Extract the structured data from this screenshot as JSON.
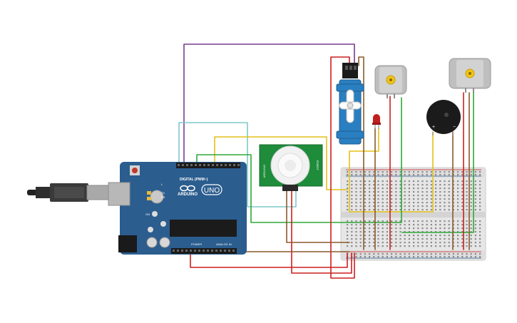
{
  "board": {
    "logo_text": "UNO",
    "brand_text": "ARDUINO",
    "digital_header": "DIGITAL (PWM~)",
    "power_header": "POWER",
    "analog_header": "ANALOG IN",
    "led_l": "L",
    "led_tx": "TX",
    "led_rx": "RX",
    "on_label": "ON"
  },
  "pir": {
    "left_label": "ARDUINO",
    "right_label": "ROBOT"
  },
  "buzzer": {
    "plus": "+",
    "minus": "−"
  },
  "colors": {
    "board": "#2b5d8e",
    "breadboard": "#e6e6e6",
    "pir_board": "#1e8c3a",
    "servo": "#2a7fc1",
    "wire_purple": "#7a3b8f",
    "wire_cyan": "#7fc8c8",
    "wire_yellow": "#e3c119",
    "wire_green": "#2ea836",
    "wire_red": "#cc1f1f",
    "wire_brown": "#8a5a2b"
  }
}
